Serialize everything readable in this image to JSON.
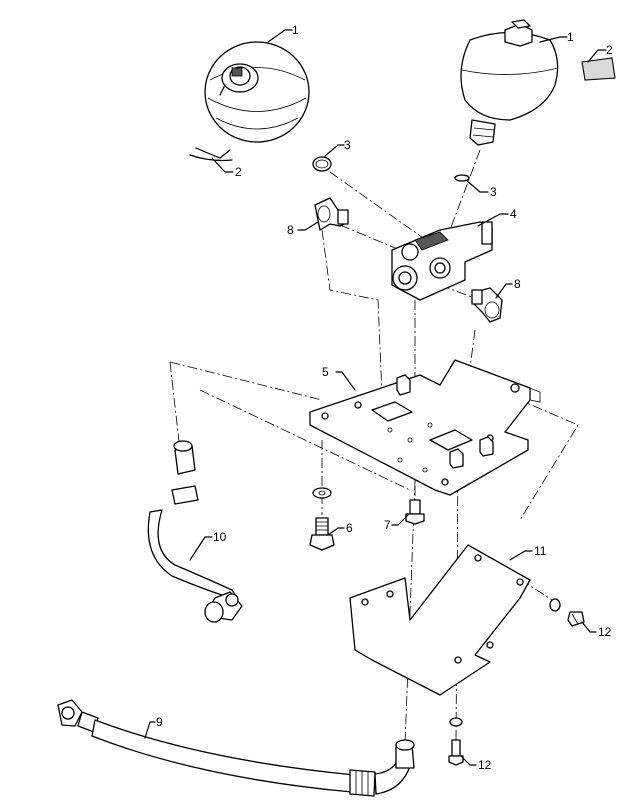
{
  "callouts": [
    {
      "id": "c1a",
      "label": "1"
    },
    {
      "id": "c1b",
      "label": "1"
    },
    {
      "id": "c2a",
      "label": "2"
    },
    {
      "id": "c2b",
      "label": "2"
    },
    {
      "id": "c3a",
      "label": "3"
    },
    {
      "id": "c3b",
      "label": "3"
    },
    {
      "id": "c4",
      "label": "4"
    },
    {
      "id": "c5",
      "label": "5"
    },
    {
      "id": "c6",
      "label": "6"
    },
    {
      "id": "c7",
      "label": "7"
    },
    {
      "id": "c8a",
      "label": "8"
    },
    {
      "id": "c8b",
      "label": "8"
    },
    {
      "id": "c9",
      "label": "9"
    },
    {
      "id": "c10",
      "label": "10"
    },
    {
      "id": "c11",
      "label": "11"
    },
    {
      "id": "c12a",
      "label": "12"
    },
    {
      "id": "c12b",
      "label": "12"
    }
  ]
}
